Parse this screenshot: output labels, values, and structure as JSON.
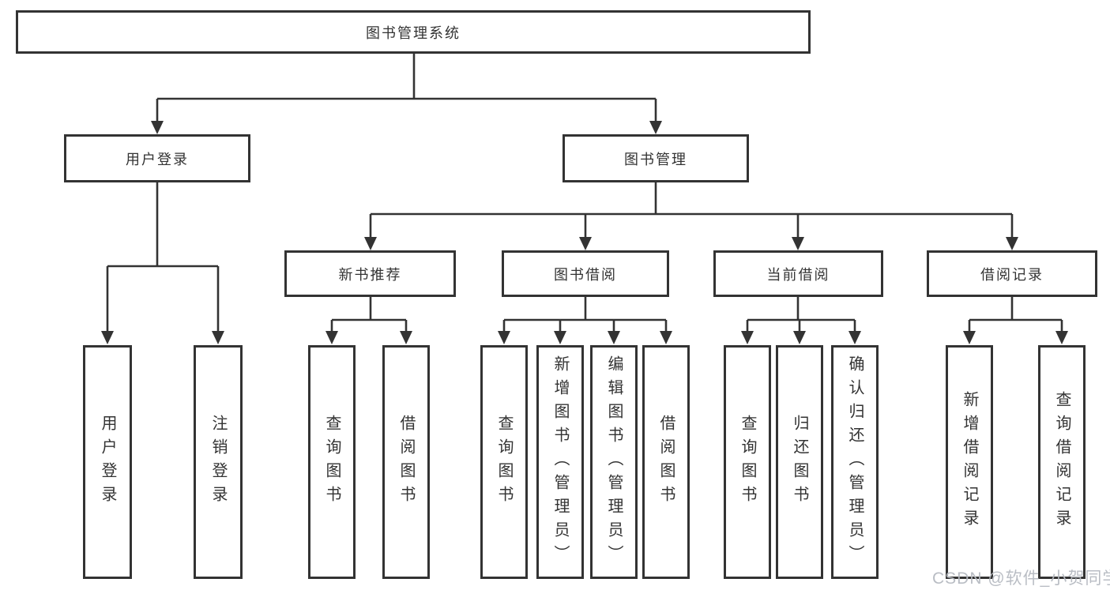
{
  "tree": {
    "label": "图书管理系统",
    "children": [
      {
        "label": "用户登录",
        "children": [
          {
            "label": "用户登录"
          },
          {
            "label": "注销登录"
          }
        ]
      },
      {
        "label": "图书管理",
        "children": [
          {
            "label": "新书推荐",
            "children": [
              {
                "label": "查询图书"
              },
              {
                "label": "借阅图书"
              }
            ]
          },
          {
            "label": "图书借阅",
            "children": [
              {
                "label": "查询图书"
              },
              {
                "label": "新增图书（管理员）"
              },
              {
                "label": "编辑图书（管理员）"
              },
              {
                "label": "借阅图书"
              }
            ]
          },
          {
            "label": "当前借阅",
            "children": [
              {
                "label": "查询图书"
              },
              {
                "label": "归还图书"
              },
              {
                "label": "确认归还（管理员）"
              }
            ]
          },
          {
            "label": "借阅记录",
            "children": [
              {
                "label": "新增借阅记录"
              },
              {
                "label": "查询借阅记录"
              }
            ]
          }
        ]
      }
    ]
  },
  "colors": {
    "line": "#333333",
    "text": "#333333",
    "background": "#ffffff",
    "watermark": "#b6bac1"
  },
  "watermark": {
    "text": "CSDN @软件_小贺同学"
  }
}
